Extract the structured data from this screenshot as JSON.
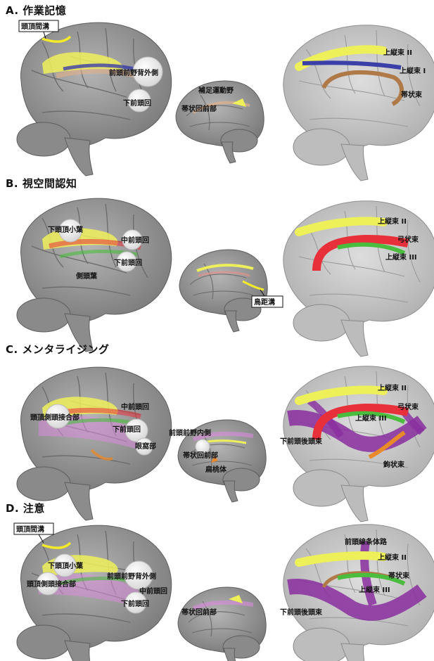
{
  "panels": [
    {
      "title": "A. 作業記憶",
      "labels": {
        "boxed": "頭頂間溝",
        "dlpfc": "前頭前野背外側",
        "ifg": "下前頭回",
        "sma": "補足運動野",
        "acc": "帯状回前部",
        "slf2": "上縦束 II",
        "slf1": "上縦束 I",
        "cing": "帯状束"
      }
    },
    {
      "title": "B. 視空間認知",
      "labels": {
        "ipl": "下頭頂小葉",
        "mfg": "中前頭回",
        "ifg": "下前頭回",
        "temporal": "側頭葉",
        "boxed": "鳥距溝",
        "slf2": "上縦束 II",
        "arcuate": "弓状束",
        "slf3": "上縦束 III"
      }
    },
    {
      "title": "C. メンタライジング",
      "labels": {
        "tpj": "頭頂側頭接合部",
        "mfg": "中前頭回",
        "ifg": "下前頭回",
        "orbital": "眼窩部",
        "mpfc": "前頭前野内側",
        "acc": "帯状回前部",
        "amygdala": "扁桃体",
        "slf2": "上縦束 II",
        "arcuate": "弓状束",
        "slf3": "上縦束 III",
        "ifof": "下前頭後頭束",
        "uncinate": "鉤状束"
      }
    },
    {
      "title": "D. 注意",
      "labels": {
        "boxed": "頭頂間溝",
        "ipl": "下頭頂小葉",
        "tpj": "頭頂側頭接合部",
        "dlpfc": "前頭前野背外側",
        "mfg": "中前頭回",
        "ifg": "下前頭回",
        "acc": "帯状回前部",
        "striatal": "前頭線条体路",
        "slf2": "上縦束 II",
        "cing": "帯状束",
        "slf3": "上縦束 III",
        "ifof": "下前頭後頭束"
      }
    }
  ],
  "colors": {
    "brain": "#8e8e8e",
    "glass": "#c9c9c9",
    "yellow": "#eef05a",
    "blue": "#3b3fa8",
    "orange_tract": "#b07a48",
    "red": "#e8303a",
    "green": "#4bbd3e",
    "purple": "#8a2ea0",
    "orange": "#e88a2a",
    "pink": "#d98adc"
  }
}
